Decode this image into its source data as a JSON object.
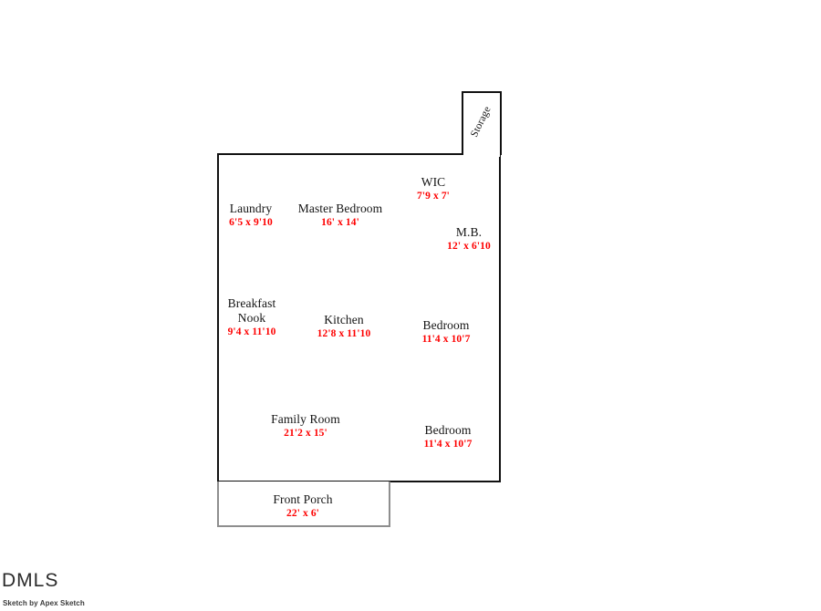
{
  "document": {
    "type": "floor-plan-sketch",
    "brand_logo": "DMLS",
    "footer_credit": "Sketch by Apex Sketch"
  },
  "colors": {
    "wall": "#111111",
    "porch_wall": "#8e8e8e",
    "room_name": "#141414",
    "dimension": "#fe0000",
    "background": "#ffffff"
  },
  "rooms": [
    {
      "name": "Laundry",
      "dimensions": "6'5 x 9'10"
    },
    {
      "name": "Master Bedroom",
      "dimensions": "16' x 14'"
    },
    {
      "name": "WIC",
      "dimensions": "7'9 x 7'"
    },
    {
      "name": "M.B.",
      "dimensions": "12' x 6'10"
    },
    {
      "name": "Breakfast",
      "name_line2": "Nook",
      "dimensions": "9'4 x 11'10"
    },
    {
      "name": "Kitchen",
      "dimensions": "12'8 x 11'10"
    },
    {
      "name": "Bedroom",
      "dimensions": "11'4 x 10'7"
    },
    {
      "name": "Family Room",
      "dimensions": "21'2 x 15'"
    },
    {
      "name": "Bedroom",
      "dimensions": "11'4 x 10'7"
    },
    {
      "name": "Front Porch",
      "dimensions": "22' x 6'"
    },
    {
      "name": "Storage",
      "dimensions": ""
    }
  ]
}
